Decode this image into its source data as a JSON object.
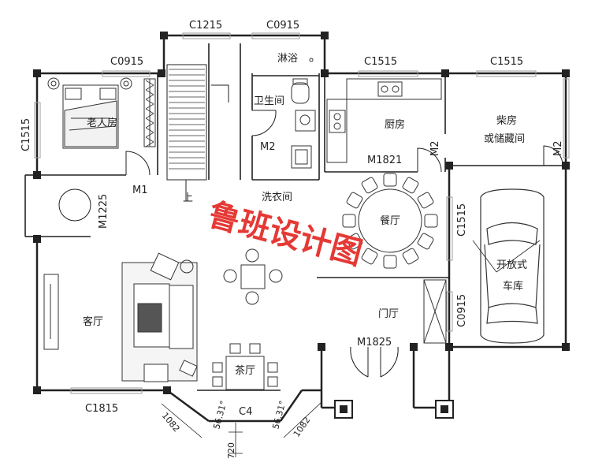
{
  "labels": {
    "window_c1215": "C1215",
    "window_c0915_top": "C0915",
    "window_c0915_left": "C0915",
    "window_c1515_kitchen": "C1515",
    "window_c1515_storage": "C1515",
    "window_c1515_left": "C1515",
    "window_c1515_garage": "C1515",
    "window_c0915_garage": "C0915",
    "window_c1815": "C1815",
    "window_c4": "C4",
    "door_m1": "M1",
    "door_m2_bath": "M2",
    "door_m2_kitchen": "M2",
    "door_m2_storage": "M2",
    "door_m1225": "M1225",
    "door_m1821": "M1821",
    "door_m1825": "M1825",
    "stair_up": "上",
    "dim_1082_left": "1082",
    "dim_1082_right": "1082",
    "dim_720": "720",
    "dim_angle_left": "56.31°",
    "dim_angle_right": "56.31°"
  },
  "rooms": {
    "elder_room": "老人房",
    "shower": "淋浴",
    "bathroom": "卫生间",
    "kitchen": "厨房",
    "firewood_room_1": "柴房",
    "firewood_room_2": "或储藏间",
    "laundry": "洗衣间",
    "dining": "餐厅",
    "open_garage_1": "开放式",
    "open_garage_2": "车库",
    "living": "客厅",
    "foyer": "门厅",
    "tea_room": "茶厅"
  },
  "watermark": "鲁班设计图",
  "colors": {
    "wall": "#222222",
    "window": "#9e9e9e",
    "watermark": "#e53935"
  }
}
